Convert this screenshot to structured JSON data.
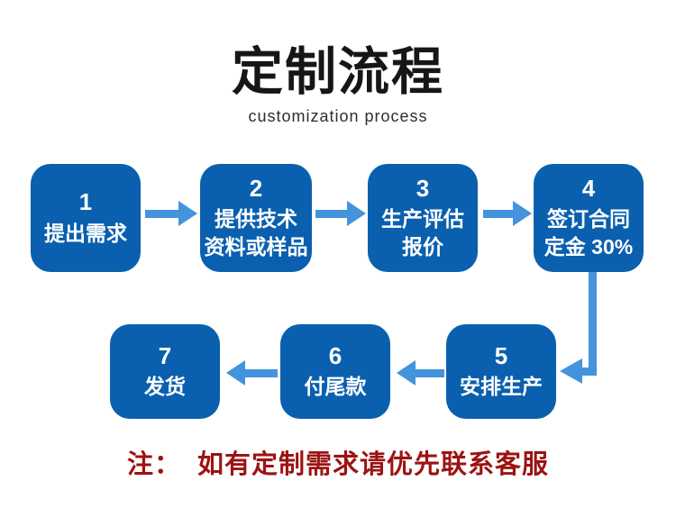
{
  "header": {
    "title": "定制流程",
    "subtitle": "customization process"
  },
  "steps": [
    {
      "number": "1",
      "label": "提出需求"
    },
    {
      "number": "2",
      "label": "提供技术\n资料或样品"
    },
    {
      "number": "3",
      "label": "生产评估\n报价"
    },
    {
      "number": "4",
      "label": "签订合同\n定金 30%"
    },
    {
      "number": "5",
      "label": "安排生产"
    },
    {
      "number": "6",
      "label": "付尾款"
    },
    {
      "number": "7",
      "label": "发货"
    }
  ],
  "note": {
    "text": "注：  如有定制需求请优先联系客服"
  },
  "colors": {
    "box_blue": "#0a60ae",
    "arrow_blue": "#4493dd",
    "note_red": "#9c1313",
    "title_black": "#161616"
  }
}
